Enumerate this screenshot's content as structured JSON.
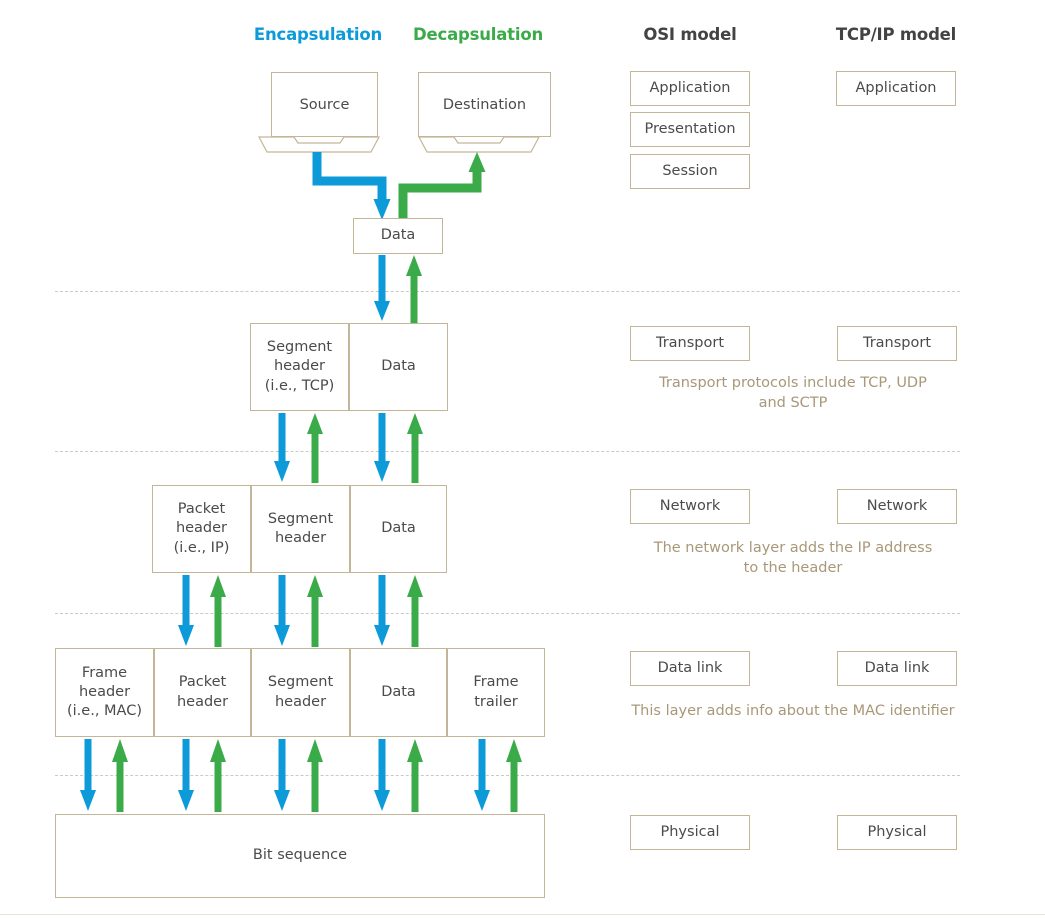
{
  "colors": {
    "encapsulation": "#0c9ad8",
    "decapsulation": "#3bab4a",
    "box_border": "#c3b698",
    "note_text": "#a89878",
    "heading_text": "#434343",
    "separator": "#cfc9bd"
  },
  "headings": {
    "encapsulation": "Encapsulation",
    "decapsulation": "Decapsulation",
    "osi": "OSI model",
    "tcpip": "TCP/IP model"
  },
  "endpoints": {
    "source": "Source",
    "destination": "Destination"
  },
  "pdu_rows": [
    {
      "name": "application-row",
      "cells": [
        "Data"
      ]
    },
    {
      "name": "transport-row",
      "cells": [
        "Segment\nheader\n(i.e., TCP)",
        "Data"
      ]
    },
    {
      "name": "network-row",
      "cells": [
        "Packet\nheader\n(i.e., IP)",
        "Segment\nheader",
        "Data"
      ]
    },
    {
      "name": "datalink-row",
      "cells": [
        "Frame\nheader\n(i.e., MAC)",
        "Packet\nheader",
        "Segment\nheader",
        "Data",
        "Frame\ntrailer"
      ]
    },
    {
      "name": "physical-row",
      "cells": [
        "Bit sequence"
      ]
    }
  ],
  "osi_layers": [
    "Application",
    "Presentation",
    "Session",
    "Transport",
    "Network",
    "Data link",
    "Physical"
  ],
  "tcpip_layers": [
    "Application",
    "Transport",
    "Network",
    "Data link",
    "Physical"
  ],
  "notes": [
    "Transport protocols include TCP, UDP\nand SCTP",
    "The network layer adds the IP address\nto the header",
    "This layer adds info about the MAC identifier"
  ]
}
